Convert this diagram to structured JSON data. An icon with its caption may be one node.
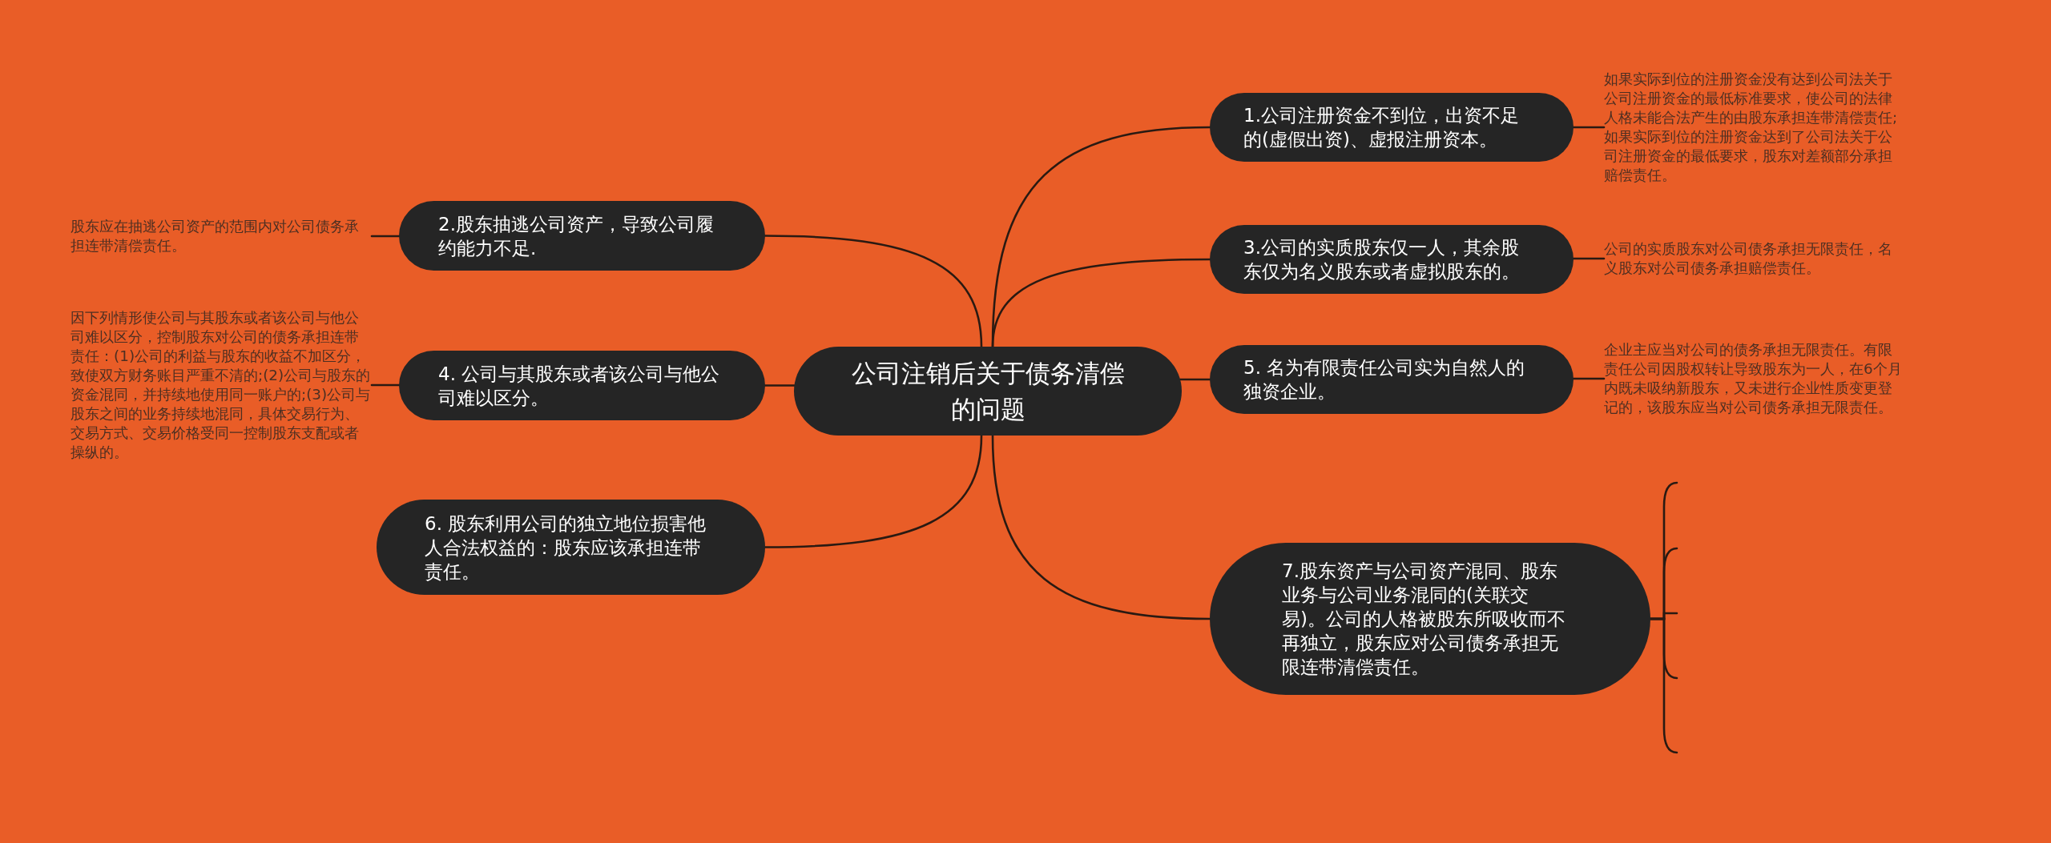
{
  "diagram": {
    "nodes": [
      {
        "text": [
          "公司注销后关于债务清偿的问题"
        ]
      },
      {
        "text": [
          "1.公司注册资金不到位，出资不足的(虚假出资)、虚报注册资本。"
        ]
      },
      {
        "text": [
          "2.股东抽逃公司资产，导致公司履约能力不足."
        ]
      },
      {
        "text": [
          "3.公司的实质股东仅一人，其余股东仅为名义股东或者虚拟股东的。"
        ]
      },
      {
        "text": [
          "4. 公司与其股东或者该公司与他公司难以区分。"
        ]
      },
      {
        "text": [
          "5. 名为有限责任公司实为自然人的独资企业。"
        ]
      },
      {
        "text": [
          "6. 股东利用公司的独立地位损害他人合法权益的：股东应该承担连带责任。"
        ]
      },
      {
        "text": [
          "7.股东资产与公司资产混同、股东业务与公司业务混同的(关联交易)。公司的人格被股东所吸收而不再独立，股东应对公司债务承担无限连带清偿责任。"
        ]
      },
      {
        "text": [
          "如果实际到位的注册资金没有达到公司法关于公司注册资金的最低标准要求，使公司的法律人格未能合法产生的由股东承担连带清偿责任;如果实际到位的注册资金达到了公司法关于公司注册资金的最低要求，股东对差额部分承担赔偿责任。"
        ]
      },
      {
        "text": [
          "股东应在抽逃公司资产的范围内对公司债务承担连带清偿责任。"
        ]
      },
      {
        "text": [
          "公司的实质股东对公司债务承担无限责任，名义股东对公司债务承担赔偿责任。"
        ]
      },
      {
        "text": [
          "因下列情形使公司与其股东或者该公司与他公司难以区分，控制股东对公司的债务承担连带责任：(1)公司的利益与股东的收益不加区分，致使双方财务账目严重不清的;(2)公司与股东的资金混同，并持续地使用同一账户的;(3)公司与股东之间的业务持续地混同，具体交易行为、交易方式、交易价格受同一控制股东支配或者操纵的。"
        ]
      },
      {
        "text": [
          "企业主应当对公司的债务承担无限责任。有限责任公司因股权转让导致股东为一人，在6个月内既未吸纳新股东，又未进行企业性质变更登记的，该股东应当对公司债务承担无限责任。"
        ]
      }
    ],
    "edges": [
      {
        "from": 0,
        "to": 1,
        "arrow": "none"
      },
      {
        "from": 0,
        "to": 2,
        "arrow": "none"
      },
      {
        "from": 0,
        "to": 3,
        "arrow": "none"
      },
      {
        "from": 0,
        "to": 4,
        "arrow": "none"
      },
      {
        "from": 0,
        "to": 5,
        "arrow": "none"
      },
      {
        "from": 0,
        "to": 6,
        "arrow": "none"
      },
      {
        "from": 0,
        "to": 7,
        "arrow": "none"
      },
      {
        "from": 1,
        "to": 8,
        "arrow": "none"
      },
      {
        "from": 2,
        "to": 9,
        "arrow": "none"
      },
      {
        "from": 3,
        "to": 10,
        "arrow": "none"
      },
      {
        "from": 4,
        "to": 11,
        "arrow": "none"
      },
      {
        "from": 5,
        "to": 12,
        "arrow": "none"
      },
      {
        "from": 7,
        "to": null,
        "arrow": "none"
      },
      {
        "from": 7,
        "to": null,
        "arrow": "none"
      },
      {
        "from": 7,
        "to": null,
        "arrow": "none"
      },
      {
        "from": 7,
        "to": null,
        "arrow": "none"
      },
      {
        "from": 7,
        "to": null,
        "arrow": "none"
      }
    ]
  }
}
